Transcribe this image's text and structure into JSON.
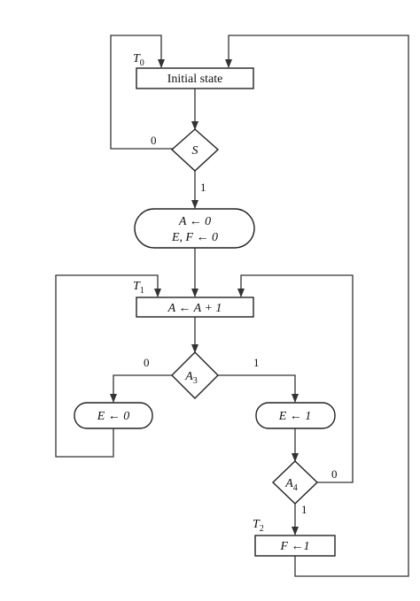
{
  "states": {
    "t0": {
      "letter": "T",
      "sub": "0"
    },
    "t1": {
      "letter": "T",
      "sub": "1"
    },
    "t2": {
      "letter": "T",
      "sub": "2"
    }
  },
  "boxes": {
    "initial": "Initial state",
    "increment": "A ← A + 1",
    "set_f": "F ←1"
  },
  "conditional_boxes": {
    "clear_a": "A ← 0",
    "clear_ef": "E, F ← 0",
    "clear_e": "E ← 0",
    "set_e": "E ← 1"
  },
  "decisions": {
    "s": {
      "letter": "S",
      "sub": ""
    },
    "a3": {
      "letter": "A",
      "sub": "3"
    },
    "a4": {
      "letter": "A",
      "sub": "4"
    }
  },
  "branches": {
    "s_zero": "0",
    "s_one": "1",
    "a3_zero": "0",
    "a3_one": "1",
    "a4_zero": "0",
    "a4_one": "1"
  },
  "colors": {
    "stroke": "#222222",
    "background": "#ffffff"
  }
}
